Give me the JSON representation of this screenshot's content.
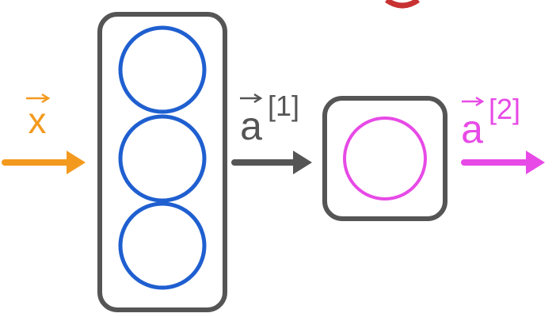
{
  "input": {
    "symbol": "x",
    "color": "#f39a1e"
  },
  "hidden_layer": {
    "units": 3,
    "unit_color": "#1f5fd0",
    "box_color": "#555555",
    "output_symbol": "a",
    "output_superscript": "[1]",
    "output_color": "#555555"
  },
  "output_layer": {
    "units": 1,
    "unit_color": "#e74ae6",
    "box_color": "#555555",
    "output_symbol": "a",
    "output_superscript": "[2]",
    "output_color": "#e74ae6"
  },
  "decor": {
    "top_mark_color": "#c83232"
  }
}
